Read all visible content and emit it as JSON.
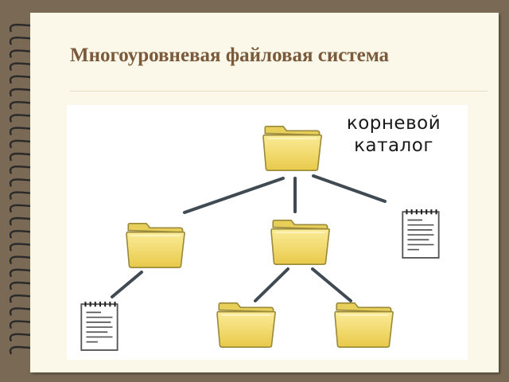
{
  "slide": {
    "title": "Многоуровневая файловая система"
  },
  "diagram": {
    "root_label_line1": "корневой",
    "root_label_line2": "каталог",
    "nodes": [
      {
        "id": "root",
        "kind": "folder"
      },
      {
        "id": "left-folder",
        "kind": "folder"
      },
      {
        "id": "center-folder",
        "kind": "folder"
      },
      {
        "id": "right-document",
        "kind": "document"
      },
      {
        "id": "left-leaf-document",
        "kind": "document"
      },
      {
        "id": "bottom-folder-1",
        "kind": "folder"
      },
      {
        "id": "bottom-folder-2",
        "kind": "folder"
      }
    ],
    "colors": {
      "folder_fill": "#f3dc6a",
      "folder_stroke": "#9a8a3a",
      "connector": "#3f4a52",
      "title": "#7a5a3a",
      "frame": "#7a6a55"
    }
  }
}
